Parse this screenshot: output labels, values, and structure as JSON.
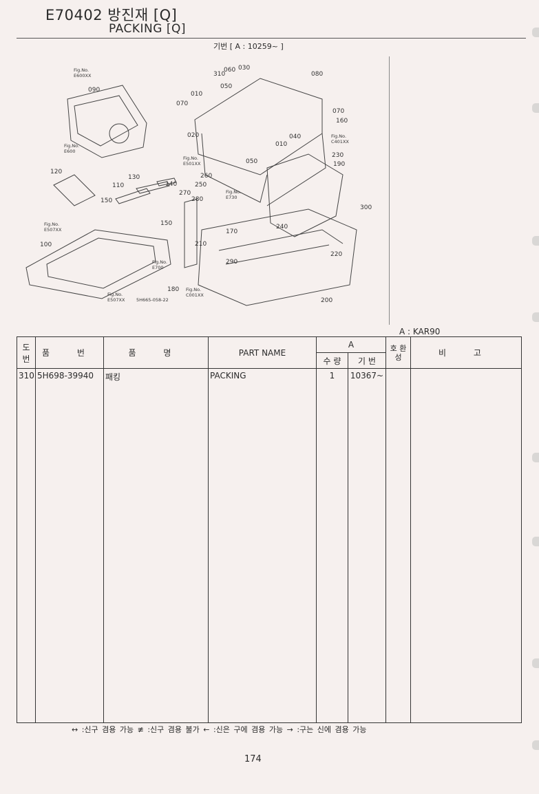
{
  "header": {
    "code_title": "E70402 방진재 [Q]",
    "english_title": "PACKING [Q]",
    "serial_range": "기번 [ A : 10259~ ]"
  },
  "diagram": {
    "drawing_ref": "5H665-058-22",
    "callouts": [
      "010",
      "010",
      "020",
      "030",
      "040",
      "050",
      "050",
      "060",
      "070",
      "070",
      "080",
      "090",
      "100",
      "110",
      "120",
      "130",
      "140",
      "150",
      "150",
      "160",
      "170",
      "180",
      "190",
      "200",
      "210",
      "220",
      "230",
      "240",
      "250",
      "260",
      "270",
      "280",
      "290",
      "300",
      "310"
    ],
    "fig_refs": [
      "Fig.No. E600XX",
      "Fig.No. E600",
      "Fig.No. E501XX",
      "Fig.No. E730",
      "Fig.No. C401XX",
      "Fig.No. E507XX",
      "Fig.No. E700",
      "Fig.No. E507XX",
      "Fig.No. C001XX"
    ]
  },
  "model_note": "A : KAR90",
  "table": {
    "headers": {
      "item_no": "도번",
      "part_no": "품 번",
      "part_name_kr": "품 명",
      "part_name_en": "PART NAME",
      "group_a": "A",
      "qty": "수 량",
      "serial": "기 번",
      "interchange": "호 환 성",
      "remarks": "비 고"
    },
    "rows": [
      {
        "item_no": "310",
        "part_no": "5H698-39940",
        "part_name_kr": "패킹",
        "part_name_en": "PACKING",
        "qty": "1",
        "serial": "10367~",
        "interchange": "",
        "remarks": ""
      }
    ]
  },
  "legend": "↔ :신구 겸용 가능   ≢ :신구 겸용 불가   ← :신은 구에 겸용 가능   → :구는 신에 겸용 가능",
  "page_number": "174"
}
